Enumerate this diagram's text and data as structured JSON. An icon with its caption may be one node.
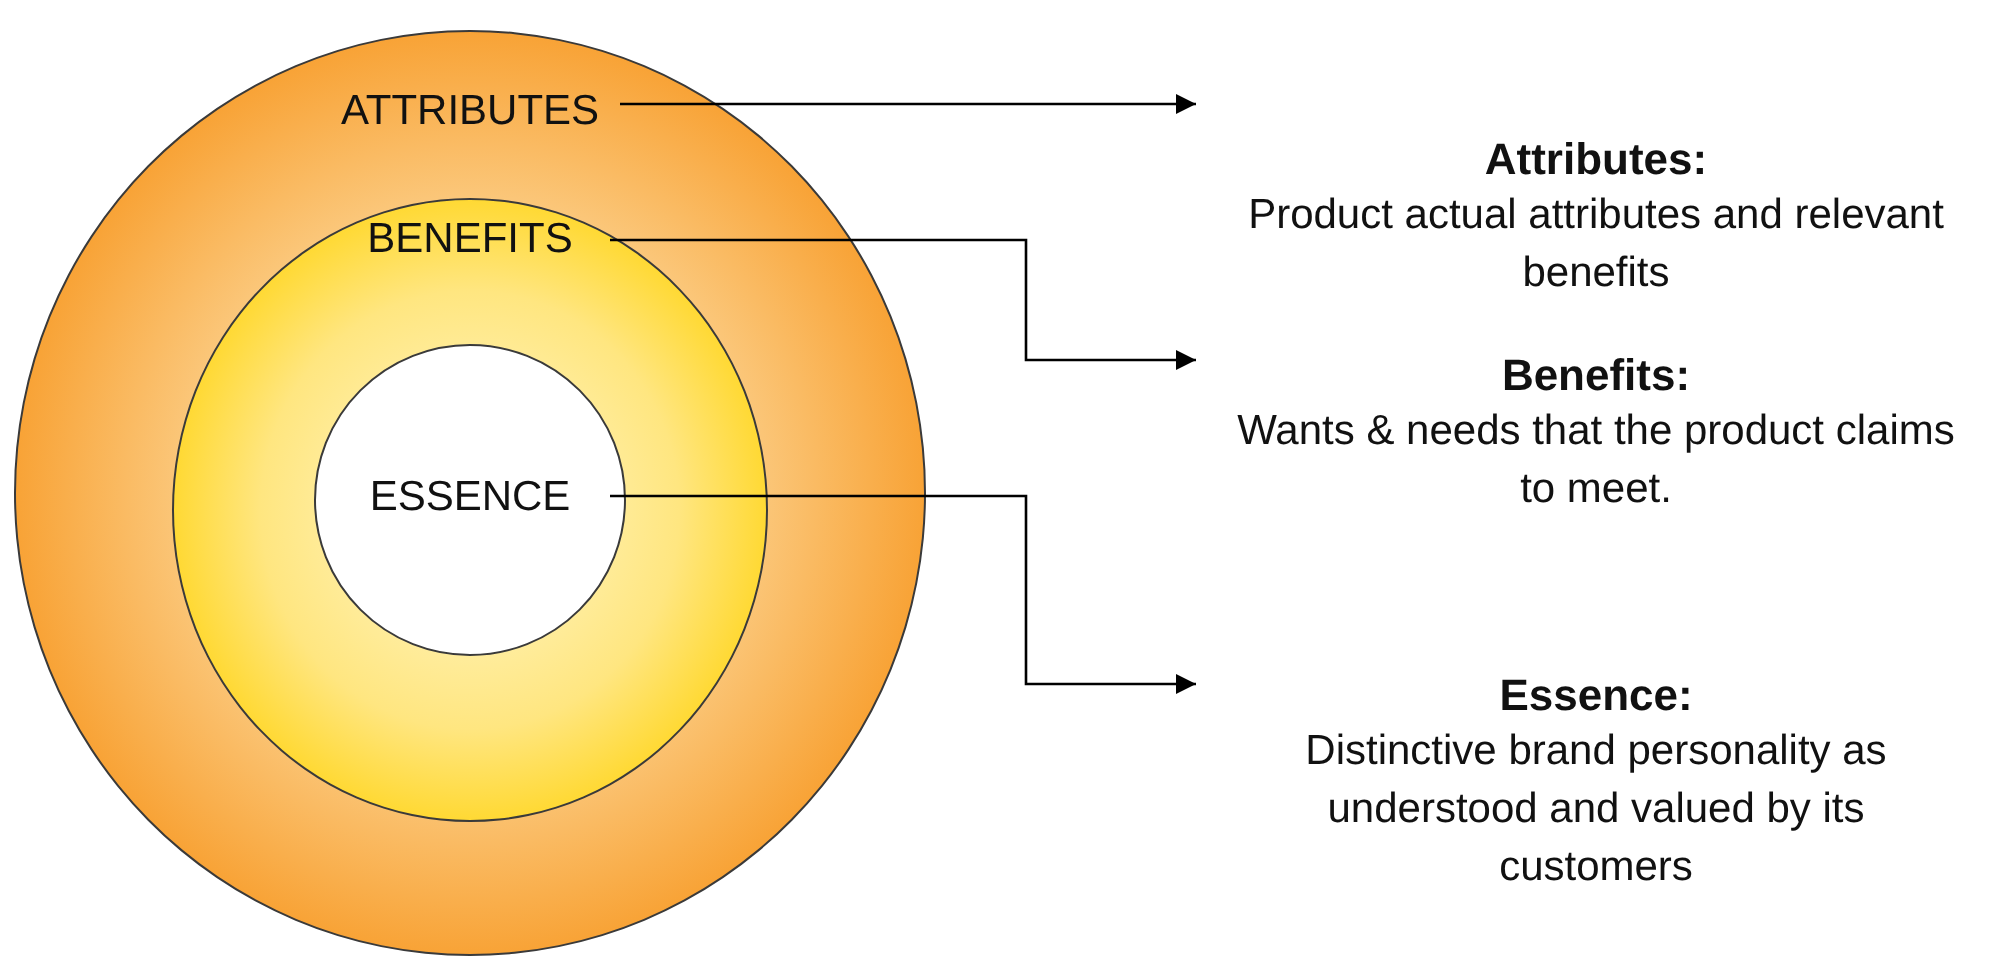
{
  "diagram": {
    "nodes": [
      {
        "text": [
          "ATTRIBUTES"
        ]
      },
      {
        "text": [
          "BENEFITS"
        ],
        "in": 0
      },
      {
        "text": [
          "ESSENCE"
        ],
        "in": 1
      },
      {
        "text": [
          "Attributes:",
          "Product actual attributes and relevant benefits"
        ]
      },
      {
        "text": [
          "Benefits:",
          "Wants & needs that the product claims to meet."
        ]
      },
      {
        "text": [
          "Essence:",
          "Distinctive brand personality as understood and valued by its customers"
        ]
      }
    ],
    "edges": [
      {
        "from": 0,
        "to": 3,
        "arrow": "to"
      },
      {
        "from": 1,
        "to": 4,
        "arrow": "to"
      },
      {
        "from": 2,
        "to": 5,
        "arrow": "to"
      }
    ]
  }
}
